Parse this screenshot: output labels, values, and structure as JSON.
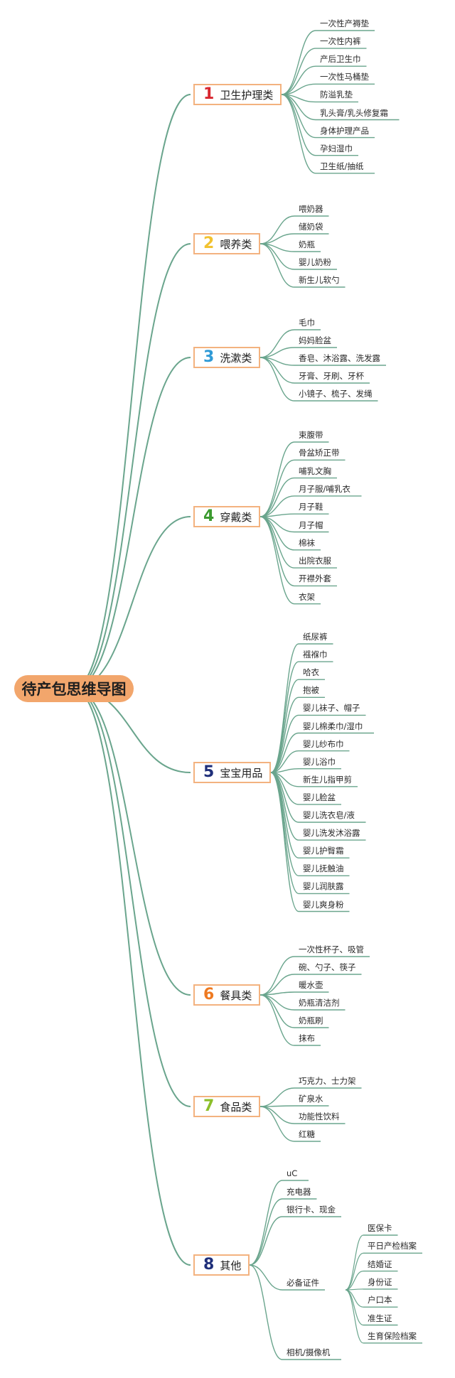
{
  "title": "待产包思维导图",
  "branch_color": "#6aa58d",
  "categories": [
    {
      "number": "1",
      "label": "卫生护理类",
      "color": "#d8262f",
      "items": [
        "一次性产褥垫",
        "一次性内裤",
        "产后卫生巾",
        "一次性马桶垫",
        "防溢乳垫",
        "乳头膏/乳头修复霜",
        "身体护理产品",
        "孕妇湿巾",
        "卫生纸/抽纸"
      ]
    },
    {
      "number": "2",
      "label": "喂养类",
      "color": "#f2c230",
      "items": [
        "喂奶器",
        "储奶袋",
        "奶瓶",
        "婴儿奶粉",
        "新生儿软勺"
      ]
    },
    {
      "number": "3",
      "label": "洗漱类",
      "color": "#2f9ad6",
      "items": [
        "毛巾",
        "妈妈脸盆",
        "香皂、沐浴露、洗发露",
        "牙膏、牙刷、牙杯",
        "小镜子、梳子、发绳"
      ]
    },
    {
      "number": "4",
      "label": "穿戴类",
      "color": "#3b9a2f",
      "items": [
        "束腹带",
        "骨盆矫正带",
        "哺乳文胸",
        "月子服/哺乳衣",
        "月子鞋",
        "月子帽",
        "棉袜",
        "出院衣服",
        "开襟外套",
        "衣架"
      ]
    },
    {
      "number": "5",
      "label": "宝宝用品",
      "color": "#1f2f7a",
      "items": [
        "纸尿裤",
        "襁褓巾",
        "哈衣",
        "抱被",
        "婴儿袜子、帽子",
        "婴儿棉柔巾/湿巾",
        "婴儿纱布巾",
        "婴儿浴巾",
        "新生儿指甲剪",
        "婴儿脸盆",
        "婴儿洗衣皂/液",
        "婴儿洗发沐浴露",
        "婴儿护臀霜",
        "婴儿抚触油",
        "婴儿润肤露",
        "婴儿爽身粉"
      ]
    },
    {
      "number": "6",
      "label": "餐具类",
      "color": "#ee7a22",
      "items": [
        "一次性杯子、吸管",
        "碗、勺子、筷子",
        "暖水壶",
        "奶瓶清洁剂",
        "奶瓶刷",
        "抹布"
      ]
    },
    {
      "number": "7",
      "label": "食品类",
      "color": "#8cbf2a",
      "items": [
        "巧克力、士力架",
        "矿泉水",
        "功能性饮料",
        "红糖"
      ]
    },
    {
      "number": "8",
      "label": "其他",
      "color": "#1f2f7a",
      "items": [
        "uC",
        "充电器",
        "银行卡、现金",
        "必备证件",
        "相机/摄像机"
      ],
      "sub_items": [
        "医保卡",
        "平日产检档案",
        "结婚证",
        "身份证",
        "户口本",
        "准生证",
        "生育保险档案"
      ]
    }
  ]
}
